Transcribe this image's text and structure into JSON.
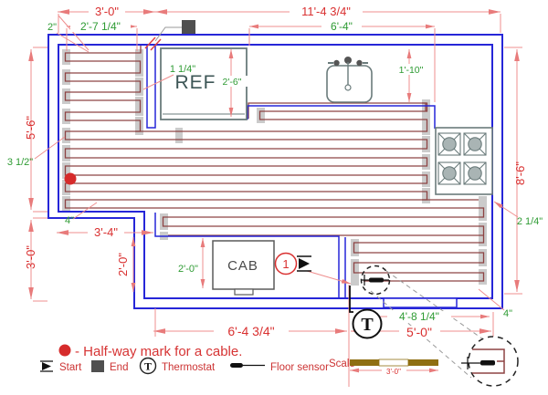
{
  "drawing": {
    "dimensions": {
      "top_left_width": "3'-0\"",
      "cable_area_width": "2'-7 1/4\"",
      "top_right_width": "11'-4 3/4\"",
      "counter_run": "6'-4\"",
      "ref_depth": "2'-6\"",
      "sink_counter_depth": "1'-10\"",
      "left_upper_height": "5'-6\"",
      "left_lower_height": "3'-0\"",
      "notch_width": "3'-4\"",
      "notch_depth": "2'-0\"",
      "cab_depth": "2'-0\"",
      "bottom_left_width": "6'-4 3/4\"",
      "bottom_right_width": "5'-0\"",
      "sensor_run_width": "4'-8 1/4\"",
      "right_height": "8'-6\"",
      "scale_length": "3'-0\""
    },
    "offsets": {
      "wall_top": "2\"",
      "cable_right": "1 1/4\"",
      "cable_left": "3 1/2\"",
      "cable_bottom": "4\"",
      "stove_gap": "2 1/4\"",
      "wall_right": "4\""
    },
    "labels": {
      "refrigerator": "REF",
      "cabinet": "CAB",
      "thermostat": "T",
      "circuit_number": "1"
    }
  },
  "legend": {
    "halfway": "- Half-way mark for a cable.",
    "start": "Start",
    "end": "End",
    "thermostat": "Thermostat",
    "thermostat_symbol": "T",
    "floor_sensor": "Floor sensor",
    "scale": "Scale"
  },
  "colors": {
    "wall": "#2626d8",
    "cable": "#8d4343",
    "dimension": "#d93030",
    "annotation": "#2e9b33",
    "dim_line": "#ef8f8f",
    "legend_text": "#cc3333",
    "scale_bar": "#8f6f12"
  }
}
